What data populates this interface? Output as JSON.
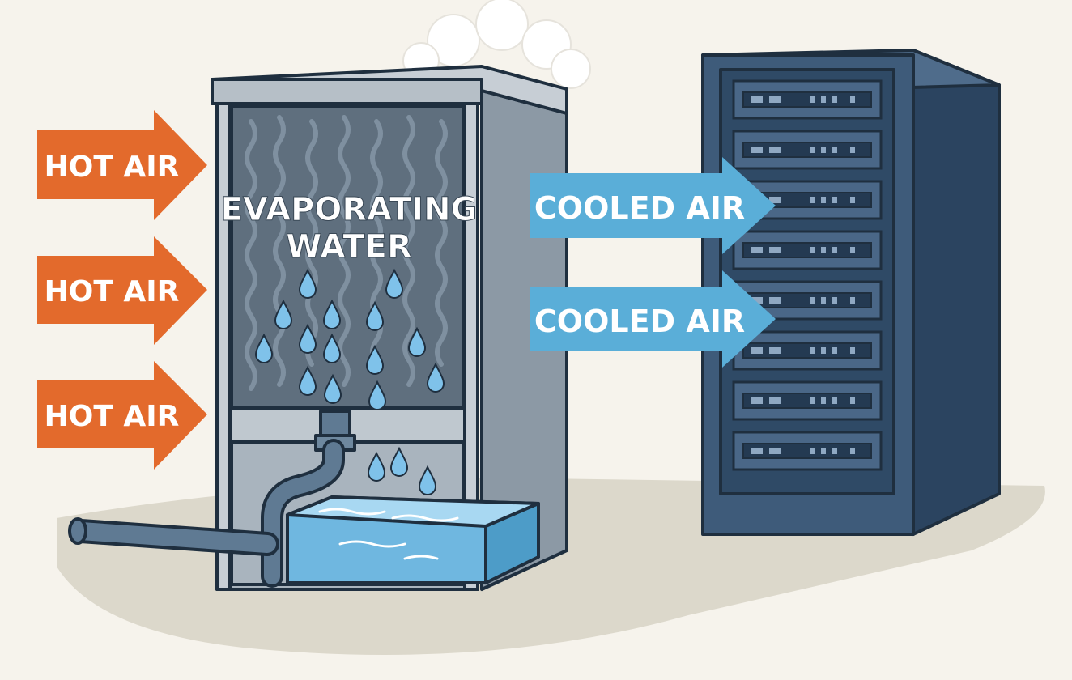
{
  "labels": {
    "hot_air": [
      "HOT AIR",
      "HOT AIR",
      "HOT AIR"
    ],
    "evaporating_line1": "EVAPORATING",
    "evaporating_line2": "WATER",
    "cooled_air": [
      "COOLED AIR",
      "COOLED AIR"
    ]
  },
  "icons": {
    "cooler": "evaporative-cooler-icon",
    "server_rack": "server-rack-icon",
    "water_droplet": "water-droplet-icon",
    "pipe": "water-pipe-icon",
    "steam": "steam-cloud-icon"
  },
  "colors": {
    "hot_air": "#e36a2c",
    "cooled_air": "#5aaed8",
    "cooler_body": "#9aa7b2",
    "cooler_dark_panel": "#5f6f7e",
    "rack_front": "#3e5b7a",
    "rack_side": "#2b4460",
    "water": "#6fb7e0",
    "outline": "#1f2f3f",
    "background": "#f6f3ec"
  }
}
